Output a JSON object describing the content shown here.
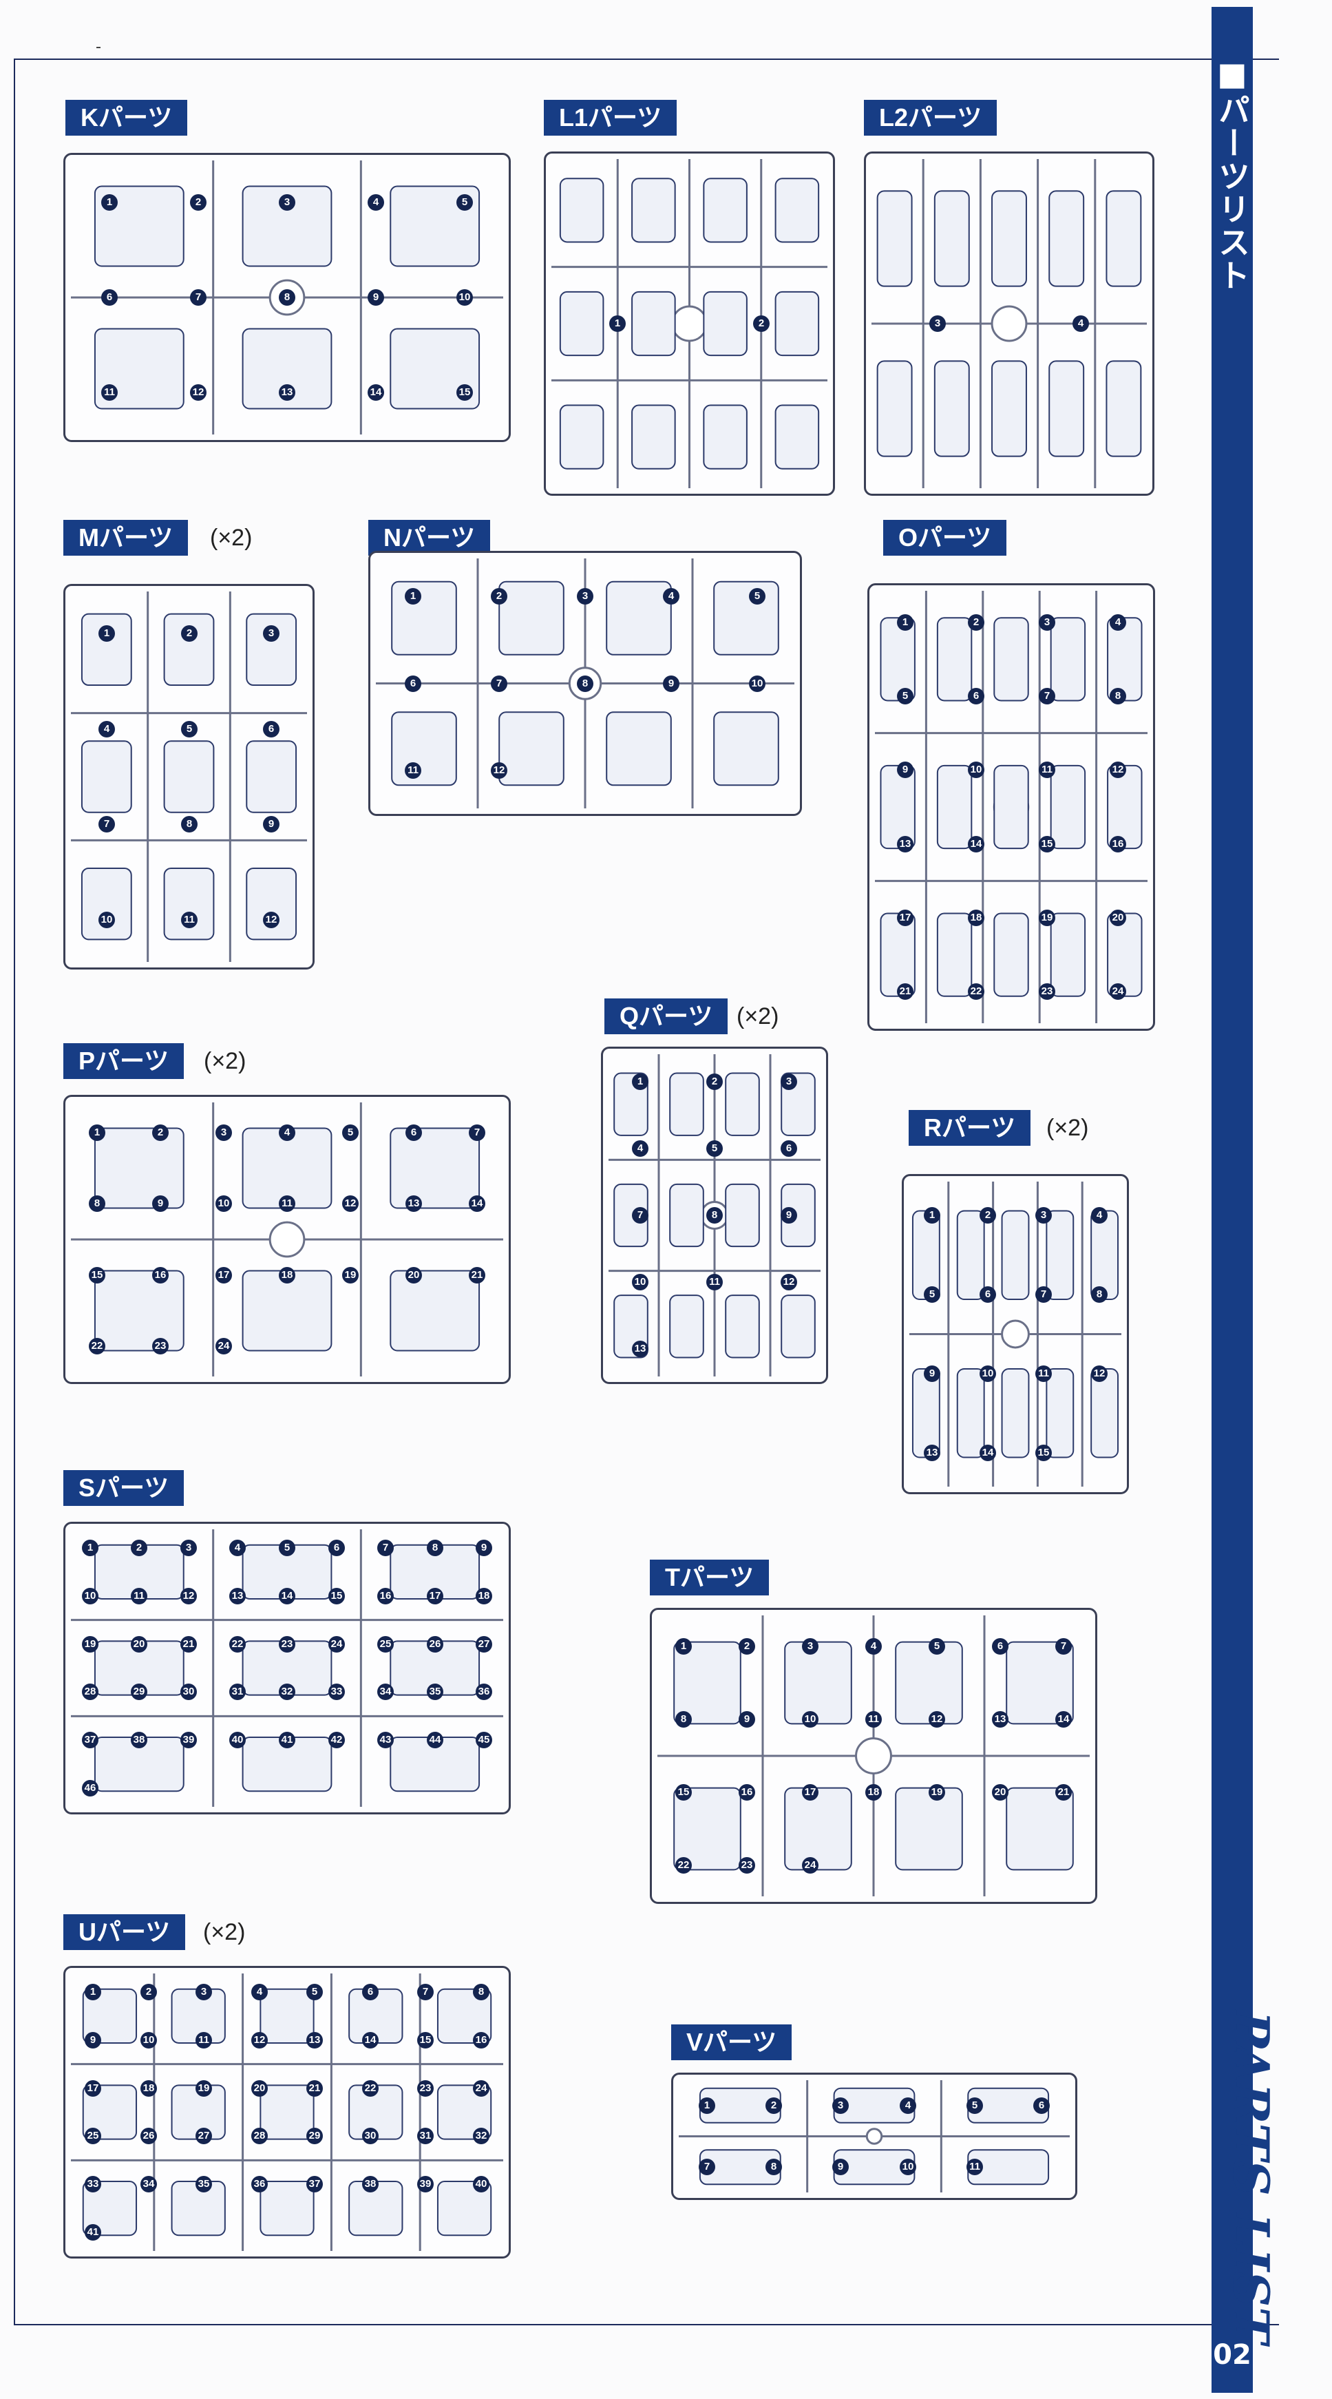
{
  "sidebar": {
    "title": "■パーツリスト",
    "page_number": "02",
    "footer_title": "PARTS LIST"
  },
  "sections": [
    {
      "id": "K",
      "label": "Kパーツ",
      "multiplier": "",
      "count": 15
    },
    {
      "id": "L1",
      "label": "L1パーツ",
      "multiplier": "",
      "count": 2
    },
    {
      "id": "L2",
      "label": "L2パーツ",
      "multiplier": "",
      "count": 2,
      "numbers": [
        3,
        4
      ]
    },
    {
      "id": "M",
      "label": "Mパーツ",
      "multiplier": "(×2)",
      "count": 12
    },
    {
      "id": "N",
      "label": "Nパーツ",
      "multiplier": "",
      "count": 12
    },
    {
      "id": "O",
      "label": "Oパーツ",
      "multiplier": "",
      "count": 24
    },
    {
      "id": "P",
      "label": "Pパーツ",
      "multiplier": "(×2)",
      "count": 24
    },
    {
      "id": "Q",
      "label": "Qパーツ",
      "multiplier": "(×2)",
      "count": 13
    },
    {
      "id": "R",
      "label": "Rパーツ",
      "multiplier": "(×2)",
      "count": 15
    },
    {
      "id": "S",
      "label": "Sパーツ",
      "multiplier": "",
      "count": 46
    },
    {
      "id": "T",
      "label": "Tパーツ",
      "multiplier": "",
      "count": 24
    },
    {
      "id": "U",
      "label": "Uパーツ",
      "multiplier": "(×2)",
      "count": 41
    },
    {
      "id": "V",
      "label": "Vパーツ",
      "multiplier": "",
      "count": 11
    }
  ]
}
